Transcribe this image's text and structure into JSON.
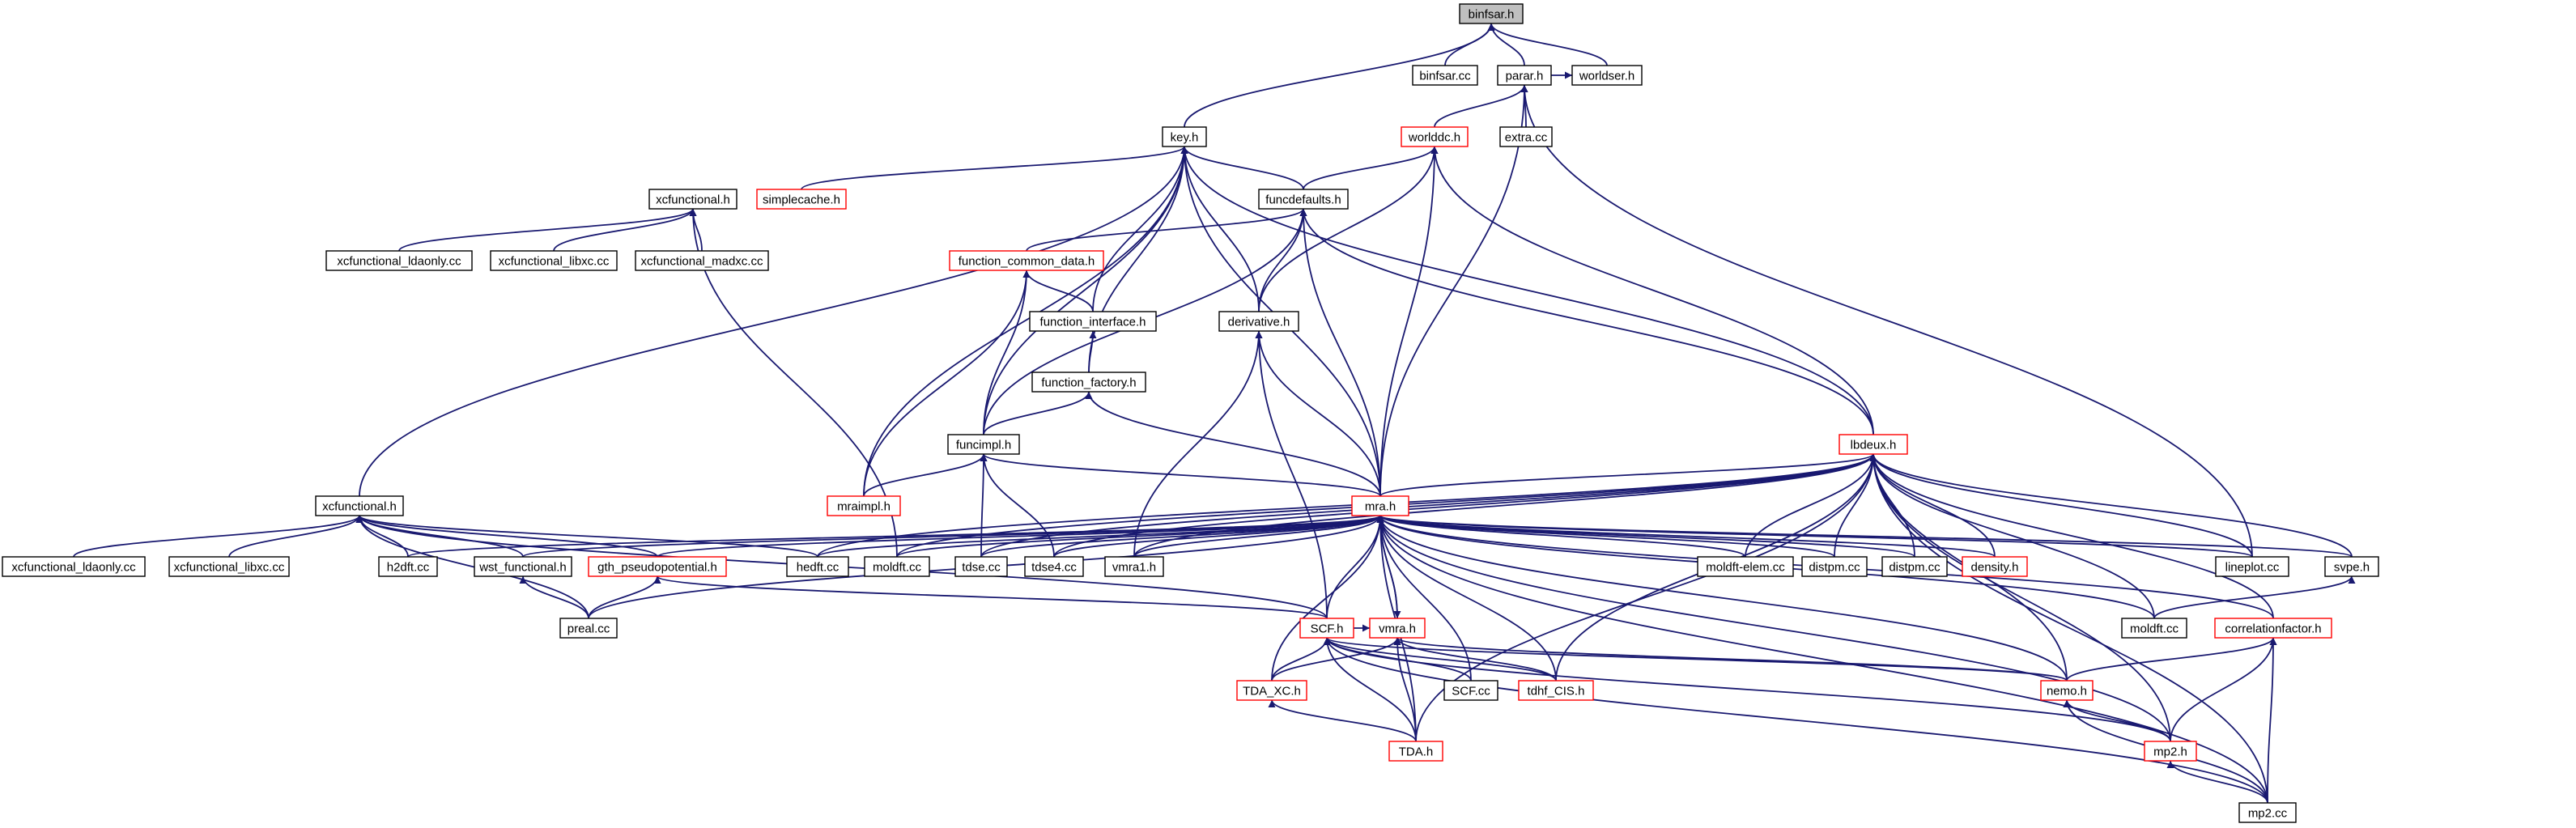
{
  "colors": {
    "edge": "#191970",
    "node_border": "#000000",
    "truncated_border": "#ff0000",
    "root_fill": "#bfbfbf",
    "background": "#ffffff"
  },
  "nodes": [
    {
      "id": "binfsar_h",
      "label": "binfsar.h",
      "style": "root"
    },
    {
      "id": "binfsar_cc",
      "label": "binfsar.cc",
      "style": "normal"
    },
    {
      "id": "parar_h",
      "label": "parar.h",
      "style": "normal"
    },
    {
      "id": "worldser_h",
      "label": "worldser.h",
      "style": "normal"
    },
    {
      "id": "key_h",
      "label": "key.h",
      "style": "normal"
    },
    {
      "id": "worlddc_h",
      "label": "worlddc.h",
      "style": "truncated"
    },
    {
      "id": "extra_cc",
      "label": "extra.cc",
      "style": "normal"
    },
    {
      "id": "xcfunctional_h_1",
      "label": "xcfunctional.h",
      "style": "normal"
    },
    {
      "id": "simplecache_h",
      "label": "simplecache.h",
      "style": "truncated"
    },
    {
      "id": "funcdefaults_h",
      "label": "funcdefaults.h",
      "style": "normal"
    },
    {
      "id": "xcf_ldaonly_cc_1",
      "label": "xcfunctional_ldaonly.cc",
      "style": "normal"
    },
    {
      "id": "xcf_libxc_cc_1",
      "label": "xcfunctional_libxc.cc",
      "style": "normal"
    },
    {
      "id": "xcf_madxc_cc",
      "label": "xcfunctional_madxc.cc",
      "style": "normal"
    },
    {
      "id": "function_common_data_h",
      "label": "function_common_data.h",
      "style": "truncated"
    },
    {
      "id": "function_interface_h",
      "label": "function_interface.h",
      "style": "normal"
    },
    {
      "id": "derivative_h",
      "label": "derivative.h",
      "style": "normal"
    },
    {
      "id": "function_factory_h",
      "label": "function_factory.h",
      "style": "normal"
    },
    {
      "id": "funcimpl_h",
      "label": "funcimpl.h",
      "style": "normal"
    },
    {
      "id": "lbdeux_h",
      "label": "lbdeux.h",
      "style": "truncated"
    },
    {
      "id": "xcfunctional_h_2",
      "label": "xcfunctional.h",
      "style": "normal"
    },
    {
      "id": "mraimpl_h",
      "label": "mraimpl.h",
      "style": "truncated"
    },
    {
      "id": "mra_h",
      "label": "mra.h",
      "style": "truncated"
    },
    {
      "id": "xcf_ldaonly_cc_2",
      "label": "xcfunctional_ldaonly.cc",
      "style": "normal"
    },
    {
      "id": "xcf_libxc_cc_2",
      "label": "xcfunctional_libxc.cc",
      "style": "normal"
    },
    {
      "id": "h2dft_cc",
      "label": "h2dft.cc",
      "style": "normal"
    },
    {
      "id": "wst_functional_h",
      "label": "wst_functional.h",
      "style": "normal"
    },
    {
      "id": "gth_pseudopotential_h",
      "label": "gth_pseudopotential.h",
      "style": "truncated"
    },
    {
      "id": "hedft_cc",
      "label": "hedft.cc",
      "style": "normal"
    },
    {
      "id": "moldft_cc_1",
      "label": "moldft.cc",
      "style": "normal"
    },
    {
      "id": "tdse_cc",
      "label": "tdse.cc",
      "style": "normal"
    },
    {
      "id": "tdse4_cc",
      "label": "tdse4.cc",
      "style": "normal"
    },
    {
      "id": "vmra1_h",
      "label": "vmra1.h",
      "style": "normal"
    },
    {
      "id": "moldft_elem_cc",
      "label": "moldft-elem.cc",
      "style": "normal"
    },
    {
      "id": "distpm_cc_1",
      "label": "distpm.cc",
      "style": "normal"
    },
    {
      "id": "distpm_cc_2",
      "label": "distpm.cc",
      "style": "normal"
    },
    {
      "id": "density_h",
      "label": "density.h",
      "style": "truncated"
    },
    {
      "id": "lineplot_cc",
      "label": "lineplot.cc",
      "style": "normal"
    },
    {
      "id": "svpe_h",
      "label": "svpe.h",
      "style": "normal"
    },
    {
      "id": "preal_cc",
      "label": "preal.cc",
      "style": "normal"
    },
    {
      "id": "scf_h",
      "label": "SCF.h",
      "style": "truncated"
    },
    {
      "id": "vmra_h",
      "label": "vmra.h",
      "style": "truncated"
    },
    {
      "id": "moldft_cc_2",
      "label": "moldft.cc",
      "style": "normal"
    },
    {
      "id": "correlationfactor_h",
      "label": "correlationfactor.h",
      "style": "truncated"
    },
    {
      "id": "tda_xc_h",
      "label": "TDA_XC.h",
      "style": "truncated"
    },
    {
      "id": "scf_cc",
      "label": "SCF.cc",
      "style": "normal"
    },
    {
      "id": "tdhf_cis_h",
      "label": "tdhf_CIS.h",
      "style": "truncated"
    },
    {
      "id": "nemo_h",
      "label": "nemo.h",
      "style": "truncated"
    },
    {
      "id": "tda_h",
      "label": "TDA.h",
      "style": "truncated"
    },
    {
      "id": "mp2_h",
      "label": "mp2.h",
      "style": "truncated"
    },
    {
      "id": "mp2_cc",
      "label": "mp2.cc",
      "style": "normal"
    }
  ],
  "edges": [
    [
      "binfsar_cc",
      "binfsar_h"
    ],
    [
      "parar_h",
      "binfsar_h"
    ],
    [
      "worldser_h",
      "binfsar_h"
    ],
    [
      "key_h",
      "binfsar_h"
    ],
    [
      "worlddc_h",
      "parar_h"
    ],
    [
      "extra_cc",
      "parar_h"
    ],
    [
      "lineplot_cc",
      "parar_h"
    ],
    [
      "mra_h",
      "parar_h"
    ],
    [
      "parar_h",
      "worldser_h"
    ],
    [
      "xcfunctional_h_2",
      "key_h"
    ],
    [
      "simplecache_h",
      "key_h"
    ],
    [
      "funcdefaults_h",
      "key_h"
    ],
    [
      "mraimpl_h",
      "key_h"
    ],
    [
      "function_interface_h",
      "key_h"
    ],
    [
      "derivative_h",
      "key_h"
    ],
    [
      "function_factory_h",
      "key_h"
    ],
    [
      "funcimpl_h",
      "key_h"
    ],
    [
      "mra_h",
      "key_h"
    ],
    [
      "lbdeux_h",
      "key_h"
    ],
    [
      "funcdefaults_h",
      "worlddc_h"
    ],
    [
      "derivative_h",
      "worlddc_h"
    ],
    [
      "mra_h",
      "worlddc_h"
    ],
    [
      "lbdeux_h",
      "worlddc_h"
    ],
    [
      "xcf_ldaonly_cc_1",
      "xcfunctional_h_1"
    ],
    [
      "xcf_libxc_cc_1",
      "xcfunctional_h_1"
    ],
    [
      "xcf_madxc_cc",
      "xcfunctional_h_1"
    ],
    [
      "moldft_cc_1",
      "xcfunctional_h_1"
    ],
    [
      "function_common_data_h",
      "funcdefaults_h"
    ],
    [
      "funcimpl_h",
      "funcdefaults_h"
    ],
    [
      "derivative_h",
      "funcdefaults_h"
    ],
    [
      "mra_h",
      "funcdefaults_h"
    ],
    [
      "lbdeux_h",
      "funcdefaults_h"
    ],
    [
      "function_interface_h",
      "function_common_data_h"
    ],
    [
      "funcimpl_h",
      "function_common_data_h"
    ],
    [
      "mraimpl_h",
      "function_common_data_h"
    ],
    [
      "function_factory_h",
      "function_interface_h"
    ],
    [
      "funcimpl_h",
      "function_factory_h"
    ],
    [
      "mra_h",
      "function_factory_h"
    ],
    [
      "mra_h",
      "derivative_h"
    ],
    [
      "vmra1_h",
      "derivative_h"
    ],
    [
      "scf_h",
      "derivative_h"
    ],
    [
      "mraimpl_h",
      "funcimpl_h"
    ],
    [
      "mra_h",
      "funcimpl_h"
    ],
    [
      "tdse_cc",
      "funcimpl_h"
    ],
    [
      "tdse4_cc",
      "funcimpl_h"
    ],
    [
      "mra_h",
      "lbdeux_h"
    ],
    [
      "hedft_cc",
      "lbdeux_h"
    ],
    [
      "moldft_cc_1",
      "lbdeux_h"
    ],
    [
      "tdse_cc",
      "lbdeux_h"
    ],
    [
      "tdse4_cc",
      "lbdeux_h"
    ],
    [
      "vmra1_h",
      "lbdeux_h"
    ],
    [
      "moldft_elem_cc",
      "lbdeux_h"
    ],
    [
      "distpm_cc_1",
      "lbdeux_h"
    ],
    [
      "distpm_cc_2",
      "lbdeux_h"
    ],
    [
      "density_h",
      "lbdeux_h"
    ],
    [
      "lineplot_cc",
      "lbdeux_h"
    ],
    [
      "svpe_h",
      "lbdeux_h"
    ],
    [
      "moldft_cc_2",
      "lbdeux_h"
    ],
    [
      "correlationfactor_h",
      "lbdeux_h"
    ],
    [
      "nemo_h",
      "lbdeux_h"
    ],
    [
      "tda_h",
      "lbdeux_h"
    ],
    [
      "mp2_h",
      "lbdeux_h"
    ],
    [
      "mp2_cc",
      "lbdeux_h"
    ],
    [
      "tdhf_cis_h",
      "lbdeux_h"
    ],
    [
      "xcf_ldaonly_cc_2",
      "xcfunctional_h_2"
    ],
    [
      "xcf_libxc_cc_2",
      "xcfunctional_h_2"
    ],
    [
      "h2dft_cc",
      "xcfunctional_h_2"
    ],
    [
      "wst_functional_h",
      "xcfunctional_h_2"
    ],
    [
      "gth_pseudopotential_h",
      "xcfunctional_h_2"
    ],
    [
      "hedft_cc",
      "xcfunctional_h_2"
    ],
    [
      "preal_cc",
      "xcfunctional_h_2"
    ],
    [
      "scf_h",
      "xcfunctional_h_2"
    ],
    [
      "h2dft_cc",
      "mra_h"
    ],
    [
      "wst_functional_h",
      "mra_h"
    ],
    [
      "gth_pseudopotential_h",
      "mra_h"
    ],
    [
      "hedft_cc",
      "mra_h"
    ],
    [
      "moldft_cc_1",
      "mra_h"
    ],
    [
      "tdse_cc",
      "mra_h"
    ],
    [
      "tdse4_cc",
      "mra_h"
    ],
    [
      "vmra1_h",
      "mra_h"
    ],
    [
      "moldft_elem_cc",
      "mra_h"
    ],
    [
      "distpm_cc_1",
      "mra_h"
    ],
    [
      "distpm_cc_2",
      "mra_h"
    ],
    [
      "density_h",
      "mra_h"
    ],
    [
      "lineplot_cc",
      "mra_h"
    ],
    [
      "svpe_h",
      "mra_h"
    ],
    [
      "preal_cc",
      "mra_h"
    ],
    [
      "scf_h",
      "mra_h"
    ],
    [
      "vmra_h",
      "mra_h"
    ],
    [
      "moldft_cc_2",
      "mra_h"
    ],
    [
      "correlationfactor_h",
      "mra_h"
    ],
    [
      "tda_xc_h",
      "mra_h"
    ],
    [
      "scf_cc",
      "mra_h"
    ],
    [
      "tdhf_cis_h",
      "mra_h"
    ],
    [
      "nemo_h",
      "mra_h"
    ],
    [
      "tda_h",
      "mra_h"
    ],
    [
      "mp2_h",
      "mra_h"
    ],
    [
      "mp2_cc",
      "mra_h"
    ],
    [
      "preal_cc",
      "wst_functional_h"
    ],
    [
      "preal_cc",
      "gth_pseudopotential_h"
    ],
    [
      "scf_h",
      "gth_pseudopotential_h"
    ],
    [
      "mra_h",
      "vmra_h"
    ],
    [
      "tda_xc_h",
      "scf_h"
    ],
    [
      "scf_cc",
      "scf_h"
    ],
    [
      "tdhf_cis_h",
      "scf_h"
    ],
    [
      "nemo_h",
      "scf_h"
    ],
    [
      "tda_h",
      "scf_h"
    ],
    [
      "mp2_h",
      "scf_h"
    ],
    [
      "mp2_cc",
      "scf_h"
    ],
    [
      "scf_h",
      "vmra_h"
    ],
    [
      "tda_xc_h",
      "vmra_h"
    ],
    [
      "tdhf_cis_h",
      "vmra_h"
    ],
    [
      "nemo_h",
      "vmra_h"
    ],
    [
      "tda_h",
      "vmra_h"
    ],
    [
      "nemo_h",
      "correlationfactor_h"
    ],
    [
      "mp2_h",
      "correlationfactor_h"
    ],
    [
      "mp2_cc",
      "correlationfactor_h"
    ],
    [
      "tda_h",
      "tda_xc_h"
    ],
    [
      "mp2_h",
      "nemo_h"
    ],
    [
      "mp2_cc",
      "nemo_h"
    ],
    [
      "mp2_cc",
      "mp2_h"
    ],
    [
      "moldft_cc_2",
      "svpe_h"
    ]
  ]
}
